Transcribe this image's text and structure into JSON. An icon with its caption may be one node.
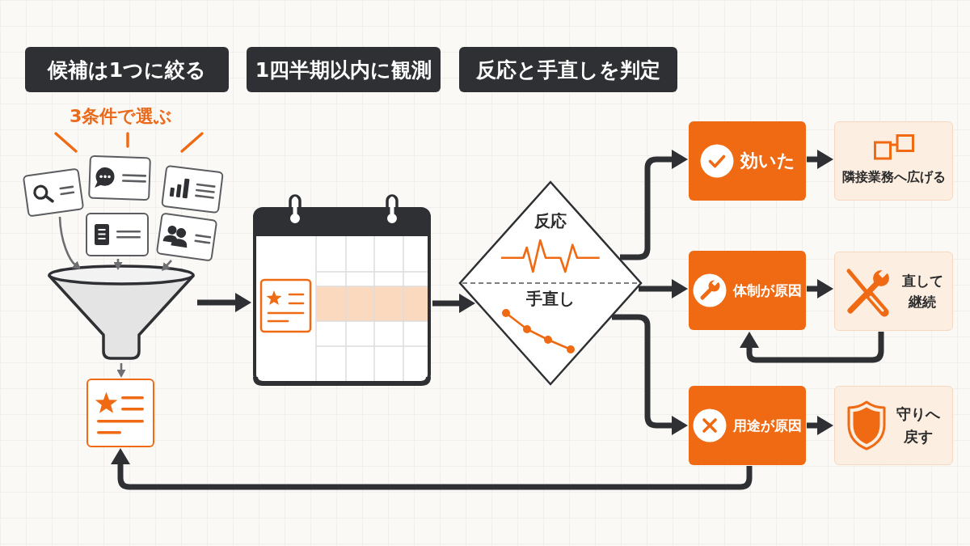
{
  "diagram": {
    "nodes": [
      {
        "text": [
          "候補は1つに絞る"
        ]
      },
      {
        "text": [
          "1四半期以内に観測"
        ]
      },
      {
        "text": [
          "反応と手直しを判定"
        ]
      },
      {
        "text": [],
        "shape": "box"
      },
      {
        "text": [],
        "shape": "box"
      },
      {
        "text": [],
        "shape": "box"
      },
      {
        "text": [],
        "shape": "box"
      },
      {
        "text": [],
        "shape": "box"
      },
      {
        "text": [],
        "shape": "picture"
      },
      {
        "text": [],
        "shape": "box"
      },
      {
        "text": [],
        "shape": "picture"
      },
      {
        "text": [
          "反応",
          "手直し"
        ]
      },
      {
        "text": [
          "効いた"
        ]
      },
      {
        "text": [
          "隣接業務へ広げる"
        ]
      },
      {
        "text": [
          "体制が原因"
        ]
      },
      {
        "text": [
          "直して継続"
        ]
      },
      {
        "text": [
          "用途が原因"
        ]
      },
      {
        "text": [
          "守りへ戻す"
        ]
      }
    ],
    "edges": [
      {
        "from": 3,
        "to": 8,
        "arrow": "to",
        "color": "#6e6f72"
      },
      {
        "from": 6,
        "to": 8,
        "arrow": "to",
        "color": "#6e6f72"
      },
      {
        "from": 7,
        "to": 8,
        "arrow": "to",
        "color": "#6e6f72"
      },
      {
        "from": 8,
        "to": 9,
        "arrow": "to",
        "color": "#6e6f72"
      },
      {
        "from": 8,
        "to": 10,
        "arrow": "to"
      },
      {
        "from": 10,
        "to": 11,
        "arrow": "to"
      },
      {
        "from": 11,
        "to": 12,
        "arrow": "to"
      },
      {
        "from": 11,
        "to": 14,
        "arrow": "to"
      },
      {
        "from": 11,
        "to": 16,
        "arrow": "to"
      },
      {
        "from": 12,
        "to": 13,
        "arrow": "to"
      },
      {
        "from": 14,
        "to": 15,
        "arrow": "to"
      },
      {
        "from": 15,
        "to": 14,
        "arrow": "to"
      },
      {
        "from": 16,
        "to": 17,
        "arrow": "to"
      },
      {
        "from": 16,
        "to": 9,
        "arrow": "to"
      }
    ],
    "labels": [
      "3条件で選ぶ"
    ]
  }
}
